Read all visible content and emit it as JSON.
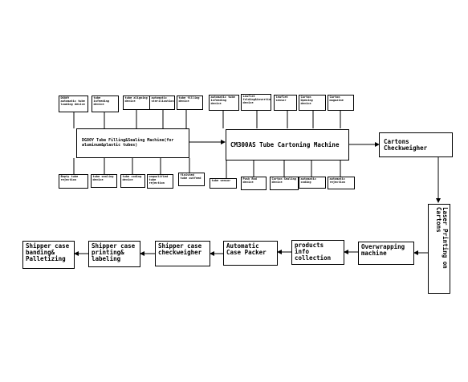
{
  "diagram": {
    "top_group_1": [
      "DG80Y automatic tube loading device",
      "tube infeeding device",
      "tube aligning device",
      "automatic sterilization",
      "tube filling device"
    ],
    "top_group_2": [
      "automatic tube infeeding device",
      "Leaflet folding&inserting device",
      "leaflet sensor",
      "Carton Opening device",
      "Carton magazine"
    ],
    "bottom_group_1": [
      "Empty tube rejection",
      "tube sealing device",
      "tube coding device",
      "unqualified tube rejection",
      "finished tube outfeed"
    ],
    "bottom_group_2": [
      "tube sensor",
      "Push Rod device",
      "Carton Sealing device",
      "automatic coding",
      "automatic rejection"
    ],
    "main_filler": "DG80Y Tube Filling&Sealing Machine(for aluminum&plastic tubes)",
    "main_cartoner": "CM300AS Tube Cartoning Machine",
    "checkweigher": "Cartons Checkweigher",
    "laser": "Laser Printing on Cartons",
    "line": [
      "Overwrapping machine",
      "products info collection",
      "Automatic Case Packer",
      "Shipper case checkweigher",
      "Shipper case printing& labeling",
      "Shipper case banding& Palletizing"
    ]
  }
}
